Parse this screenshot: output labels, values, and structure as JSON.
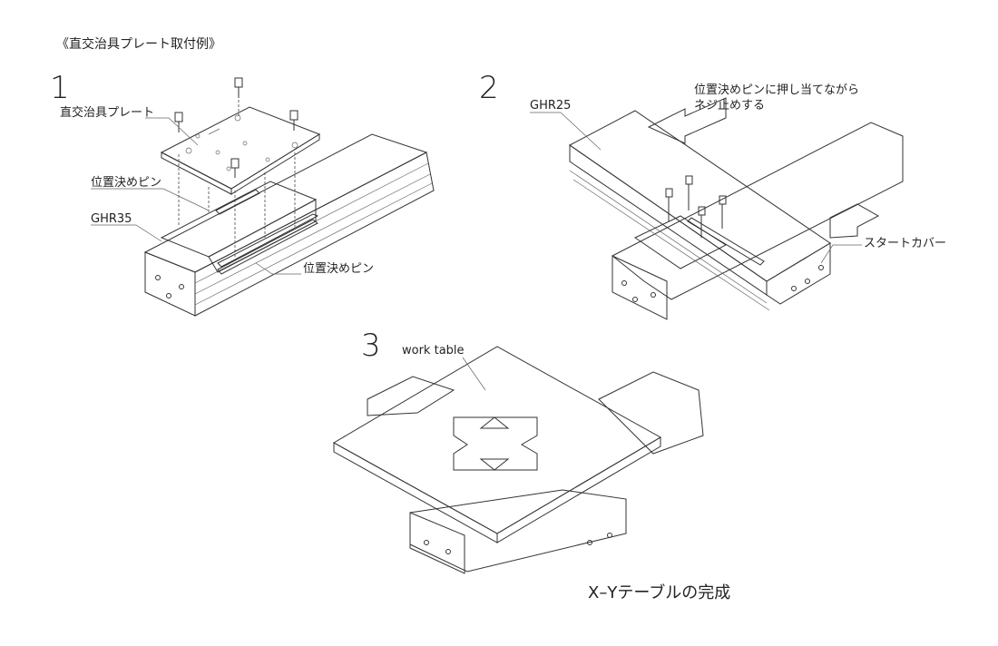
{
  "title": "《直交治具プレート取付例》",
  "steps": {
    "step1": "1",
    "step2": "2",
    "step3": "3"
  },
  "labels": {
    "plate": "直交治具プレート",
    "pin_upper": "位置決めピン",
    "ghr35": "GHR35",
    "pin_lower": "位置決めピン",
    "ghr25": "GHR25",
    "push_note_line1": "位置決めピンに押し当てながら",
    "push_note_line2": "ネジ止めする",
    "start_cover": "スタートカバー",
    "work_table": "work table"
  },
  "caption": "X–Yテーブルの完成"
}
